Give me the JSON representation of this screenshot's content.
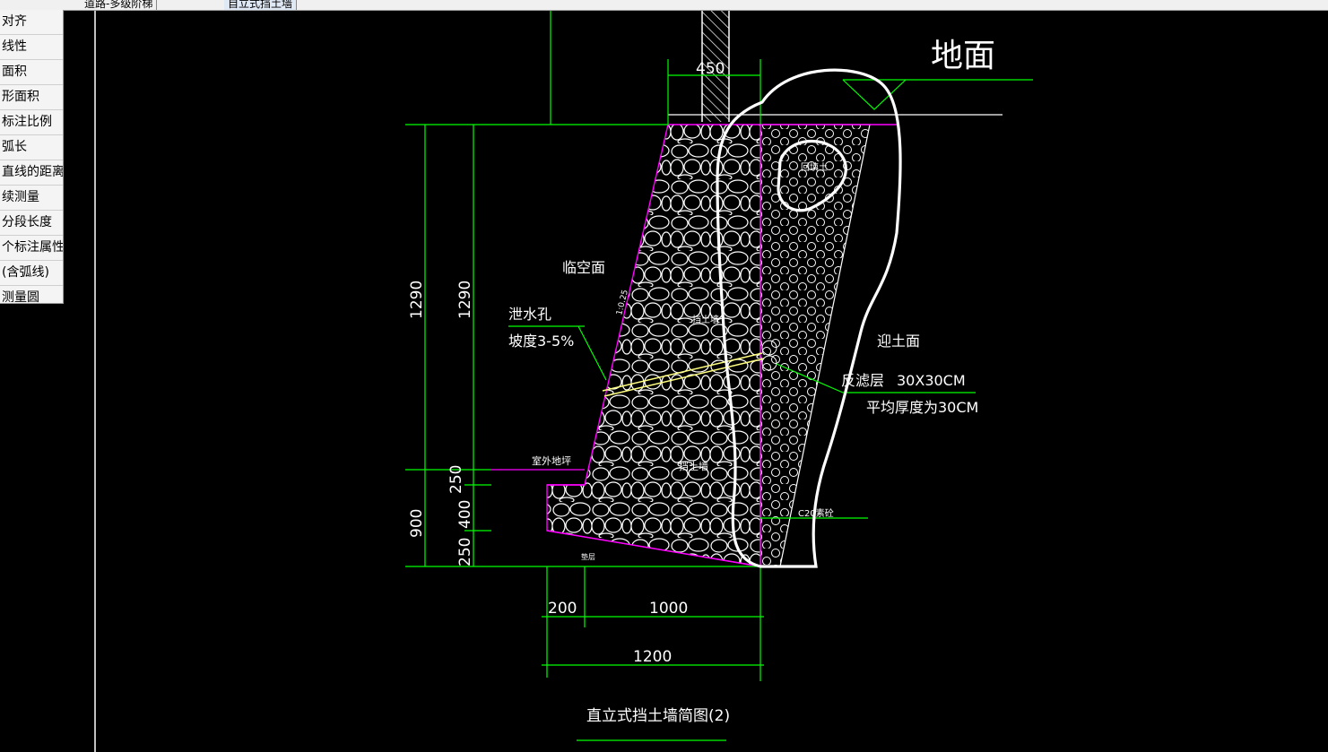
{
  "tabs": [
    "道路-多级阶梯",
    "自立式挡土墙"
  ],
  "menu": [
    "对齐",
    "线性",
    "面积",
    "形面积",
    "标注比例",
    "弧长",
    "直线的距离",
    "续测量",
    "分段长度",
    "个标注属性",
    "(含弧线)",
    "测量圆"
  ],
  "drawing": {
    "ground_label": "地面",
    "free_face": "临空面",
    "earth_face": "迎土面",
    "weep_hole": "泄水孔",
    "slope": "坡度3-5%",
    "filter_layer": "反滤层",
    "filter_size": "30X30CM",
    "filter_thickness": "平均厚度为30CM",
    "outdoor_ground": "室外地坪",
    "wall_label": "挡土墙",
    "wall_label_upper": "挡土墙",
    "backfill": "回填土",
    "c20": "C20素砼",
    "slope_ratio": "1:0.25",
    "cushion": "垫层",
    "title": "直立式挡土墙简图(2)",
    "dims": {
      "top_width": "450",
      "h_total": "1290",
      "h_total2": "1290",
      "h_found": "900",
      "d250a": "250",
      "d400": "400",
      "d250b": "250",
      "w200": "200",
      "w1000": "1000",
      "w1200": "1200"
    }
  },
  "colors": {
    "dim": "#00ff00",
    "wall": "#ff00ff",
    "rubble": "#ffffff",
    "pipe": "#ffff80",
    "panel": "#f4f4f4"
  }
}
